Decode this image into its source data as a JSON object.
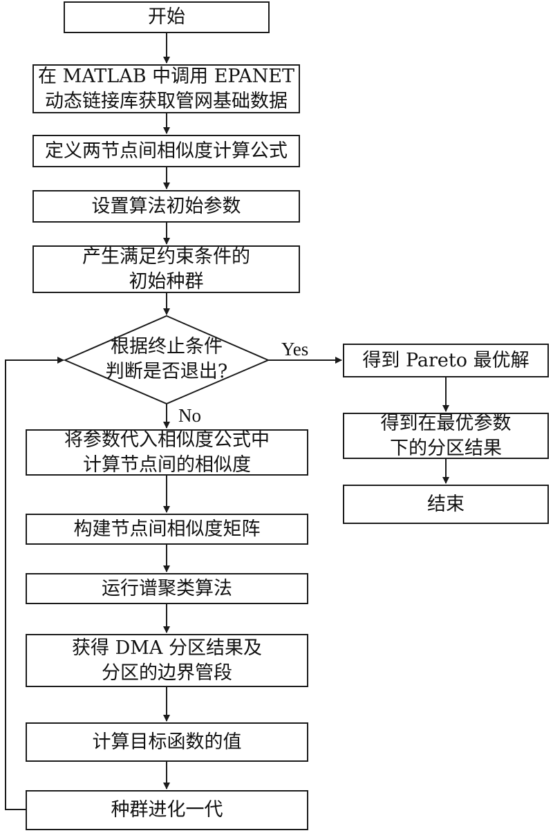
{
  "flowchart": {
    "start": "开始",
    "load_data": [
      "在 MATLAB 中调用 EPANET",
      "动态链接库获取管网基础数据"
    ],
    "define_formula": "定义两节点间相似度计算公式",
    "init_params": "设置算法初始参数",
    "init_population": [
      "产生满足约束条件的",
      "初始种群"
    ],
    "decision": [
      "根据终止条件",
      "判断是否退出?"
    ],
    "yes_label": "Yes",
    "no_label": "No",
    "pareto": "得到 Pareto 最优解",
    "optimal_partition": [
      "得到在最优参数",
      "下的分区结果"
    ],
    "end": "结束",
    "compute_similarity": [
      "将参数代入相似度公式中",
      "计算节点间的相似度"
    ],
    "build_matrix": "构建节点间相似度矩阵",
    "spectral_clustering": "运行谱聚类算法",
    "dma_result": [
      "获得 DMA 分区结果及",
      "分区的边界管段"
    ],
    "objective": "计算目标函数的值",
    "evolve": "种群进化一代"
  },
  "colors": {
    "stroke": "#1a1a1a",
    "text": "#111111",
    "background": "#ffffff"
  }
}
